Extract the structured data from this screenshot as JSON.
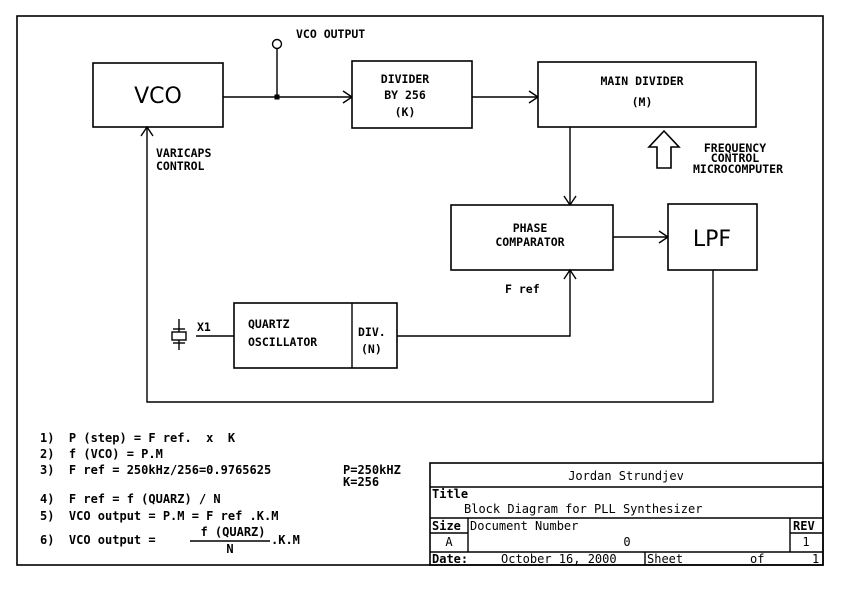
{
  "diagram": {
    "vco_label": "VCO",
    "vco_output_label": "VCO OUTPUT",
    "varicaps_line1": "VARICAPS",
    "varicaps_line2": "CONTROL",
    "divider_line1": "DIVIDER",
    "divider_line2": "BY 256",
    "divider_line3": "(K)",
    "main_divider_line1": "MAIN DIVIDER",
    "main_divider_line2": "(M)",
    "freq_line1": "FREQUENCY",
    "freq_line2": "CONTROL",
    "freq_line3": "MICROCOMPUTER",
    "phase_line1": "PHASE",
    "phase_line2": "COMPARATOR",
    "lpf_label": "LPF",
    "fref_label": "F ref",
    "quartz_line1": "QUARTZ",
    "quartz_line2": "OSCILLATOR",
    "div_line1": "DIV.",
    "div_line2": "(N)",
    "x1_label": "X1"
  },
  "equations": {
    "eq1": "1)  P (step) = F ref.  x  K",
    "eq2": "2)  f (VCO) = P.M",
    "eq3": "3)  F ref = 250kHz/256=0.9765625",
    "eq3_note1": "P=250kHZ",
    "eq3_note2": "K=256",
    "eq4": "4)  F ref = f (QUARZ) / N",
    "eq5": "5)  VCO output = P.M = F ref .K.M",
    "eq6_prefix": "6)  VCO output =",
    "eq6_numerator": "f (QUARZ)",
    "eq6_denominator": "N",
    "eq6_suffix": ".K.M"
  },
  "title_block": {
    "author": "Jordan Strundjev",
    "title_label": "Title",
    "title_value": "Block Diagram for PLL Synthesizer",
    "size_label": "Size",
    "size_value": "A",
    "docnum_label": "Document Number",
    "docnum_value": "0",
    "rev_label": "REV",
    "rev_value": "1",
    "date_label": "Date:",
    "date_value": "October 16, 2000",
    "sheet_label": "Sheet",
    "of_label": "of",
    "sheet_total": "1"
  }
}
